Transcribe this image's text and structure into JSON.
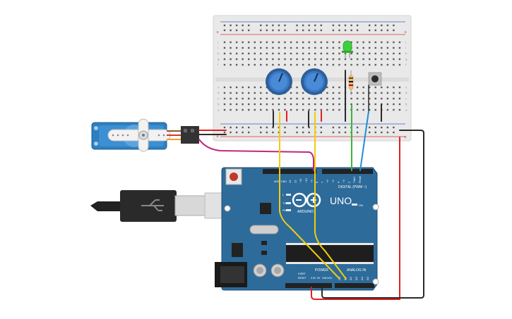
{
  "board": {
    "logo": "UNO",
    "brand": "ARDUINO",
    "digital_label": "DIGITAL (PWM ~)",
    "analog_label": "ANALOG IN",
    "power_label": "POWER",
    "on_label": "ON",
    "tx_label": "TX",
    "rx_label": "RX",
    "l_label": "L",
    "aref_label": "AREF",
    "gnd_label": "GND",
    "ioref_label": "IOREF",
    "reset_label": "RESET",
    "v33_label": "3.3V",
    "v5_label": "5V",
    "vin_label": "VIN",
    "digital_pins": [
      "13",
      "12",
      "~11",
      "~10",
      "~9",
      "8",
      "7",
      "~6",
      "~5",
      "4",
      "~3",
      "2",
      "TX▸1",
      "RX◂0"
    ],
    "analog_pins": [
      "A0",
      "A1",
      "A2",
      "A3",
      "A4",
      "A5"
    ]
  },
  "breadboard": {
    "rows_top": [
      "j",
      "i",
      "h",
      "g",
      "f"
    ],
    "rows_bottom": [
      "e",
      "d",
      "c",
      "b",
      "a"
    ],
    "plus": "+",
    "minus": "-"
  },
  "colors": {
    "board": "#2d6b9a",
    "wire_yellow": "#f2cc0c",
    "wire_red": "#e02020",
    "wire_black": "#2a2a2a",
    "wire_green": "#3db33d",
    "wire_blue": "#1e8fd6",
    "wire_magenta": "#c0287a",
    "led": "#3ecf3e",
    "pot": "#3a78c8",
    "servo": "#2d7fc0"
  }
}
